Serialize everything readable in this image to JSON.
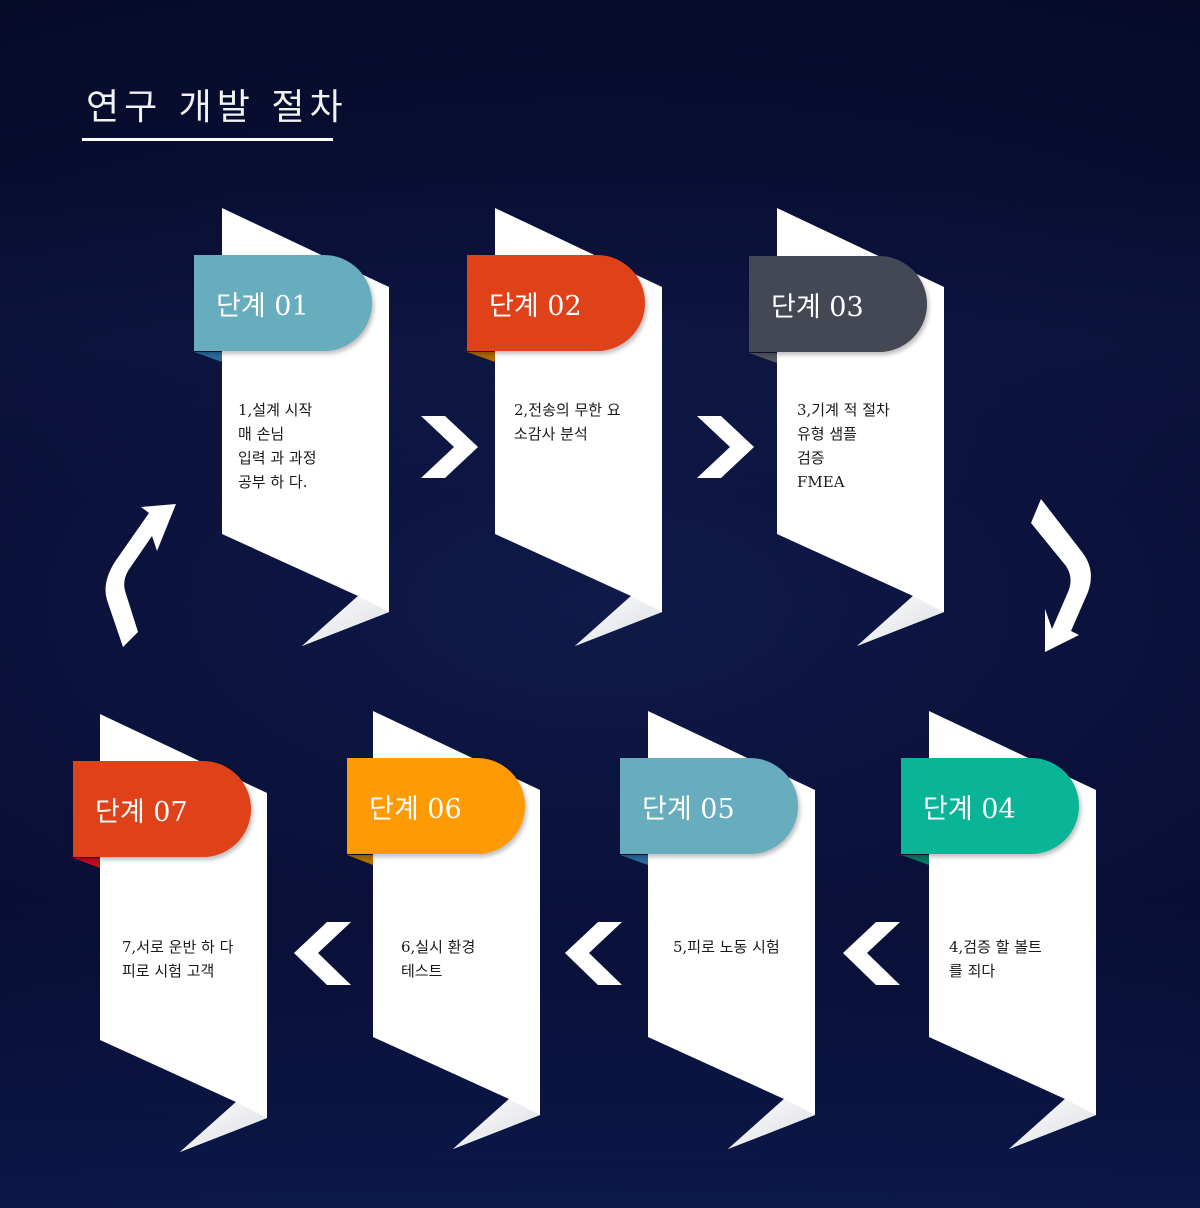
{
  "title": "연구 개발 절차",
  "colors": {
    "background": "#0a1038",
    "panel": "#ffffff",
    "arrow": "#ffffff"
  },
  "steps": [
    {
      "label": "단계 01",
      "color": "#68adbd",
      "fold": "#2d6aa0",
      "desc": "1,설계 시작\n매 손님\n입력 과 과정\n공부 하 다."
    },
    {
      "label": "단계 02",
      "color": "#df4119",
      "fold": "#b06a00",
      "desc": "2,전송의 무한 요\n소감사 분석"
    },
    {
      "label": "단계 03",
      "color": "#434854",
      "fold": "#55585f",
      "desc": "3,기계 적 절차\n유형 샘플\n검증\nFMEA"
    },
    {
      "label": "단계 04",
      "color": "#0ab597",
      "fold": "#087a64",
      "desc": "4,검증 할 볼트\n를 죄다"
    },
    {
      "label": "단계 05",
      "color": "#68adbd",
      "fold": "#2d6aa0",
      "desc": "5,피로 노동 시험"
    },
    {
      "label": "단계 06",
      "color": "#fd9a04",
      "fold": "#b07000",
      "desc": "6,실시 환경\n테스트"
    },
    {
      "label": "단계 07",
      "color": "#df4119",
      "fold": "#c0101a",
      "desc": "7,서로 운반 하 다\n피로 시험 고객"
    }
  ],
  "connectors": [
    {
      "from": 1,
      "to": 2,
      "icon": "chevron-right"
    },
    {
      "from": 2,
      "to": 3,
      "icon": "chevron-right"
    },
    {
      "from": 3,
      "to": 4,
      "icon": "curved-arrow-down"
    },
    {
      "from": 4,
      "to": 5,
      "icon": "chevron-left"
    },
    {
      "from": 5,
      "to": 6,
      "icon": "chevron-left"
    },
    {
      "from": 6,
      "to": 7,
      "icon": "chevron-left"
    },
    {
      "from": 7,
      "to": 1,
      "icon": "curved-arrow-up"
    }
  ]
}
